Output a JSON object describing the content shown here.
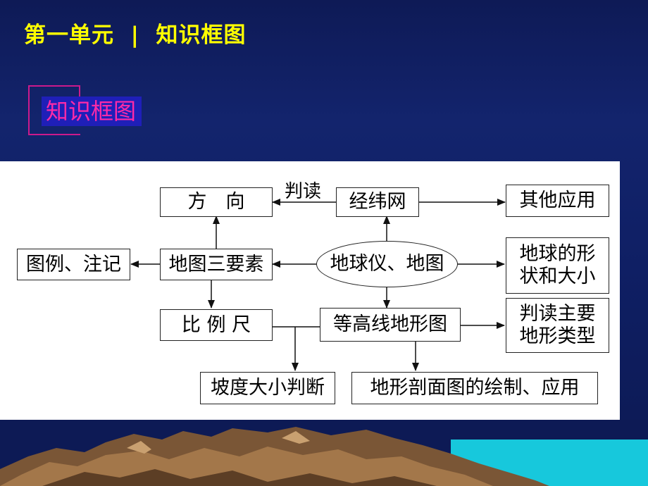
{
  "header": {
    "title": "第一单元  |  知识框图",
    "color": "#ffff00"
  },
  "section_label": {
    "text": "知识框图",
    "text_color": "#ff2aa8",
    "bg_color": "#1f1fb8",
    "frame_color": "#cc1a8c"
  },
  "diagram": {
    "nodes": {
      "direction": "方　向",
      "grid": "经纬网",
      "other_apps": "其他应用",
      "legend": "图例、注记",
      "map_elements": "地图三要素",
      "globe_map": "地球仪、地图",
      "earth_shape": "地球的形\n状和大小",
      "scale": "比 例 尺",
      "contour_map": "等高线地形图",
      "landform_types": "判读主要\n地形类型",
      "slope": "坡度大小判断",
      "profile": "地形剖面图的绘制、应用"
    },
    "edge_labels": {
      "grid_to_direction": "判读"
    }
  },
  "colors": {
    "background_top": "#0e1a56",
    "panel": "#ffffff",
    "sea": "#17c8dc",
    "mountain": "#7a5636"
  }
}
